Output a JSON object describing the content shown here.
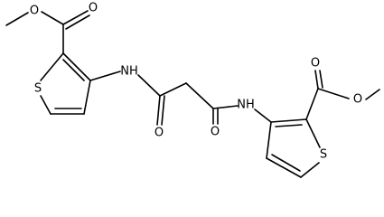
{
  "molecule": {
    "atoms": {
      "o_methoxy_left": "O",
      "o_carbonyl_left": "O",
      "s_left": "S",
      "nh_left": "NH",
      "o_amide_left": "O",
      "o_amide_right": "O",
      "nh_right": "NH",
      "o_carbonyl_right": "O",
      "o_methoxy_right": "O",
      "s_right": "S"
    }
  }
}
